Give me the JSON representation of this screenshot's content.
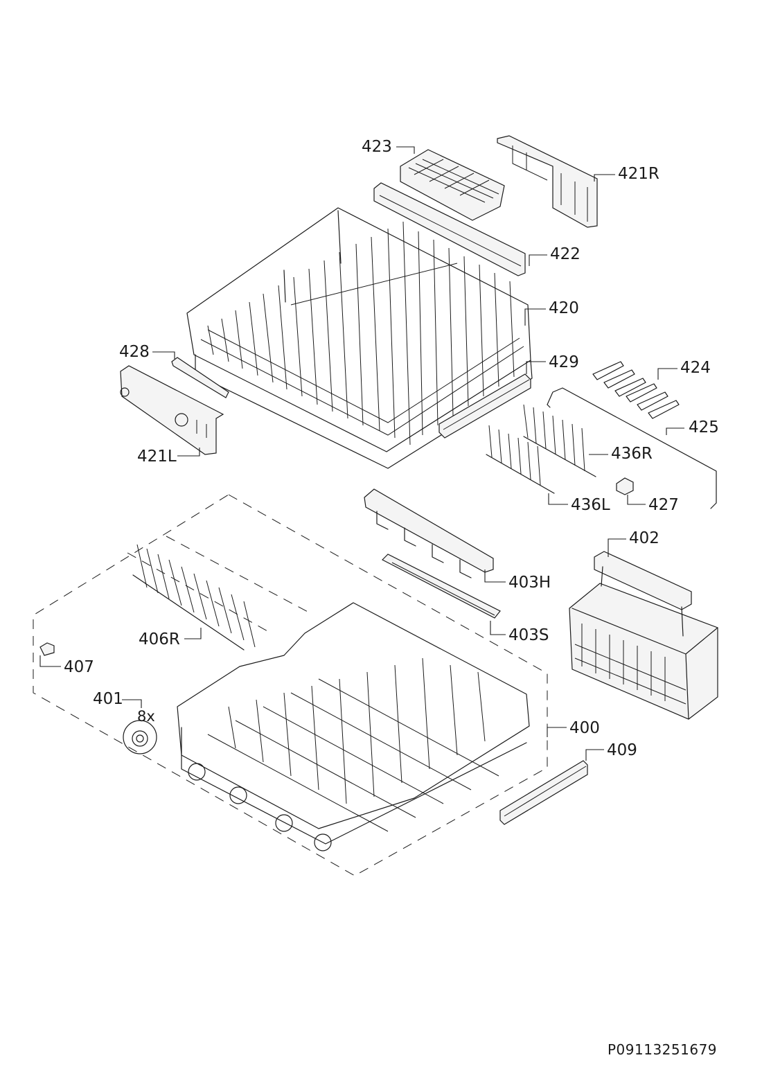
{
  "callouts": {
    "c423": "423",
    "c421R": "421R",
    "c422": "422",
    "c420": "420",
    "c428": "428",
    "c429": "429",
    "c424": "424",
    "c425": "425",
    "c436R": "436R",
    "c421L": "421L",
    "c436L": "436L",
    "c427": "427",
    "c402": "402",
    "c403H": "403H",
    "c403S": "403S",
    "c406R": "406R",
    "c407": "407",
    "c401": "401",
    "c401qty": "8x",
    "c400": "400",
    "c409": "409"
  },
  "document_number": "P09113251679"
}
